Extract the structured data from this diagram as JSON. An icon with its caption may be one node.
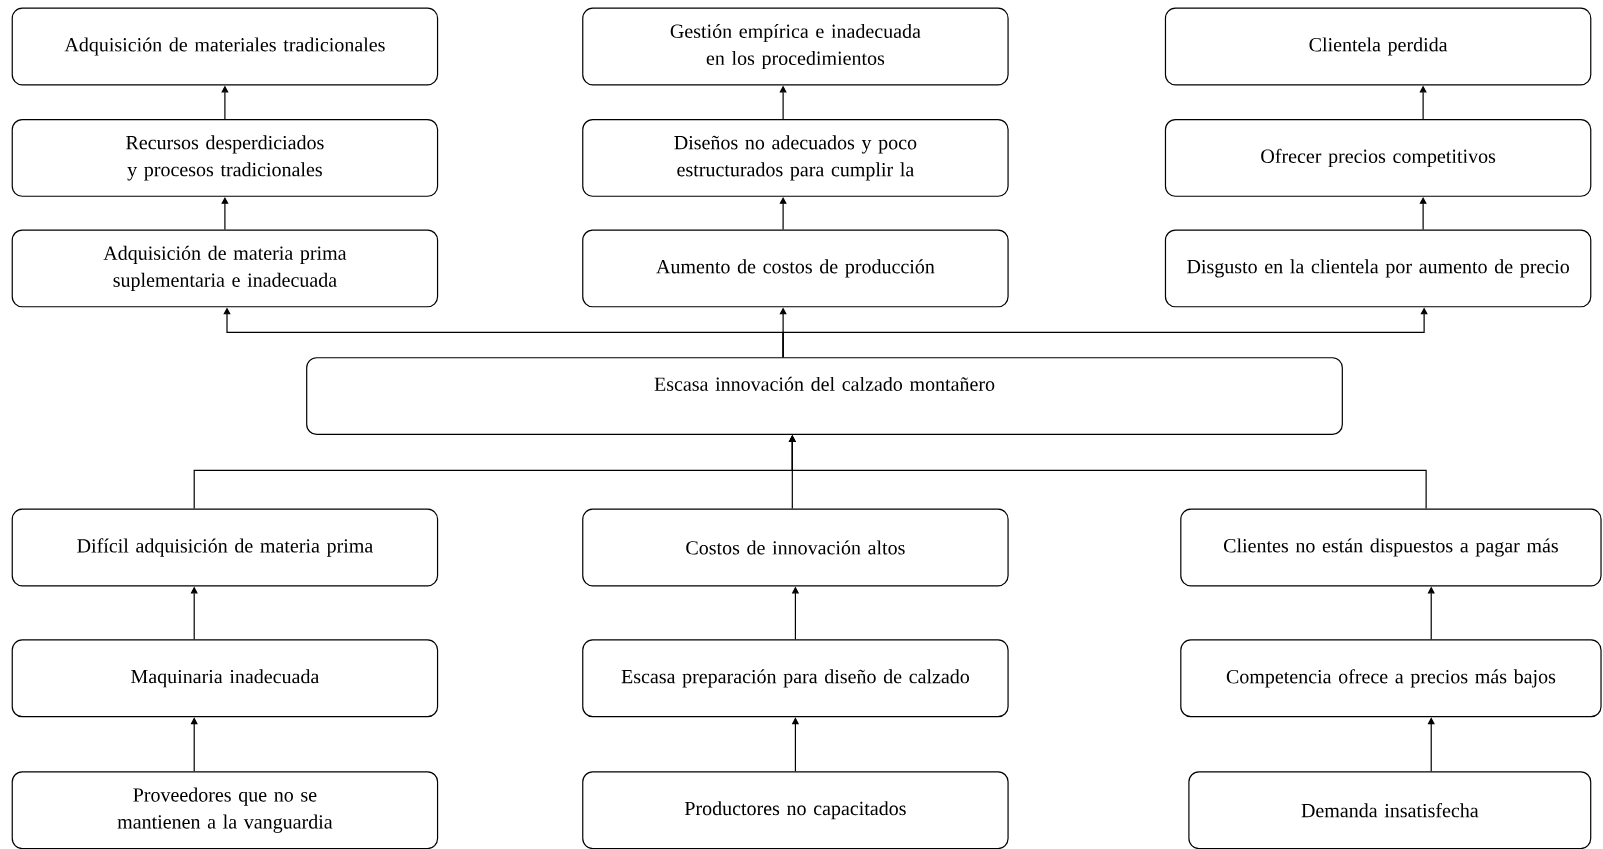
{
  "diagram": {
    "nodes": [
      {
        "text": [
          "Adquisición de materiales tradicionales"
        ]
      },
      {
        "text": [
          "Gestión empírica e inadecuada en los procedimientos"
        ]
      },
      {
        "text": [
          "Clientela perdida"
        ]
      },
      {
        "text": [
          "Recursos desperdiciados y procesos tradicionales"
        ]
      },
      {
        "text": [
          "Diseños no adecuados y poco estructurados para cumplir la"
        ]
      },
      {
        "text": [
          "Ofrecer precios competitivos"
        ]
      },
      {
        "text": [
          "Adquisición de materia prima suplementaria e inadecuada"
        ]
      },
      {
        "text": [
          "Aumento de costos de producción"
        ]
      },
      {
        "text": [
          "Disgusto en la clientela por aumento de precio"
        ]
      },
      {
        "text": [
          "Escasa innovación del calzado montañero"
        ]
      },
      {
        "text": [
          "Difícil adquisición de materia prima"
        ]
      },
      {
        "text": [
          "Costos de innovación altos"
        ]
      },
      {
        "text": [
          "Clientes no están dispuestos a pagar más"
        ]
      },
      {
        "text": [
          "Maquinaria inadecuada"
        ]
      },
      {
        "text": [
          "Escasa preparación para diseño de calzado"
        ]
      },
      {
        "text": [
          "Competencia ofrece a precios más bajos"
        ]
      },
      {
        "text": [
          "Proveedores que no se mantienen a la vanguardia"
        ]
      },
      {
        "text": [
          "Productores no capacitados"
        ]
      },
      {
        "text": [
          "Demanda insatisfecha"
        ]
      }
    ],
    "edges": [
      {
        "from": 3,
        "to": 0,
        "arrow": "to"
      },
      {
        "from": 4,
        "to": 1,
        "arrow": "to"
      },
      {
        "from": 5,
        "to": 2,
        "arrow": "to"
      },
      {
        "from": 6,
        "to": 3,
        "arrow": "to"
      },
      {
        "from": 7,
        "to": 4,
        "arrow": "to"
      },
      {
        "from": 8,
        "to": 5,
        "arrow": "to"
      },
      {
        "from": 9,
        "to": 6,
        "arrow": "to"
      },
      {
        "from": 9,
        "to": 7,
        "arrow": "to"
      },
      {
        "from": 9,
        "to": 8,
        "arrow": "to"
      },
      {
        "from": 10,
        "to": 9,
        "arrow": "to"
      },
      {
        "from": 11,
        "to": 9,
        "arrow": "to"
      },
      {
        "from": 12,
        "to": 9,
        "arrow": "to"
      },
      {
        "from": 13,
        "to": 10,
        "arrow": "to"
      },
      {
        "from": 14,
        "to": 11,
        "arrow": "to"
      },
      {
        "from": 15,
        "to": 12,
        "arrow": "to"
      },
      {
        "from": 16,
        "to": 13,
        "arrow": "to"
      },
      {
        "from": 17,
        "to": 14,
        "arrow": "to"
      },
      {
        "from": 18,
        "to": 15,
        "arrow": "to"
      }
    ]
  }
}
